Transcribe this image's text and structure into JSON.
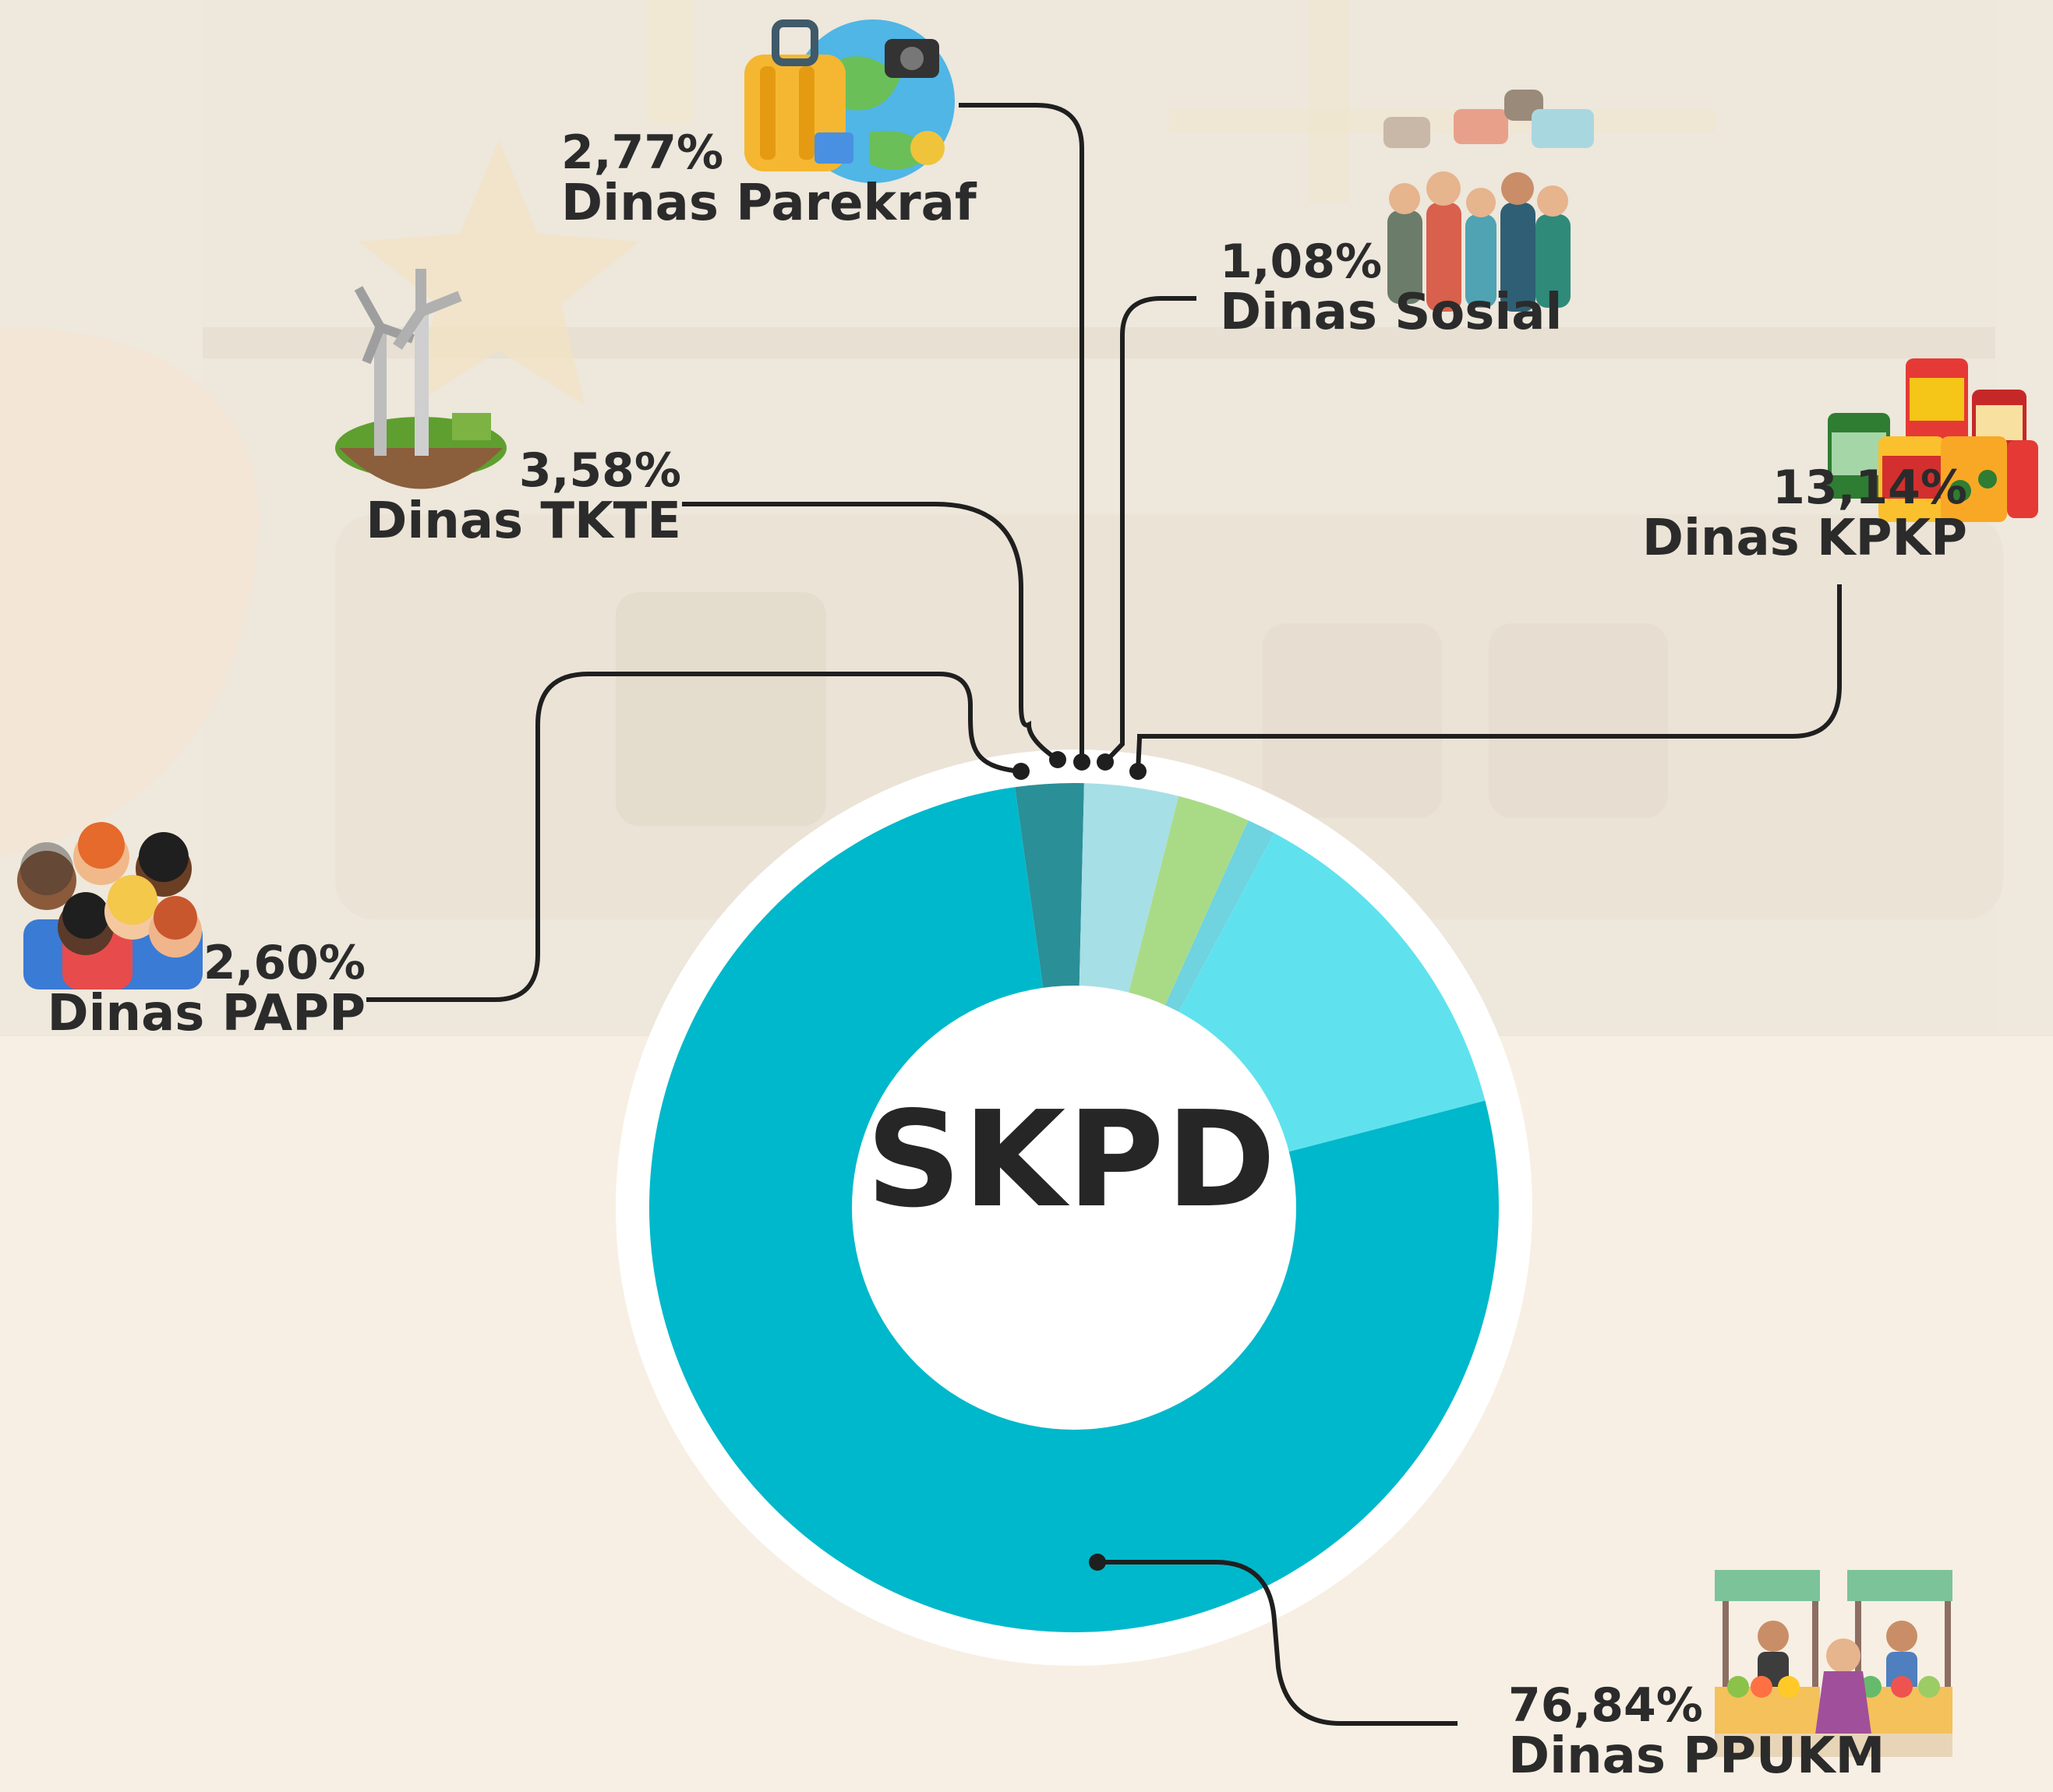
{
  "chart_data": {
    "type": "pie",
    "title": "",
    "center_label": "SKPD",
    "slices": [
      {
        "label": "Dinas PAPP",
        "value_text": "2,60%",
        "value": 2.6,
        "color": "#2a8f97",
        "icon": "children-group-icon"
      },
      {
        "label": "Dinas TKTE",
        "value_text": "3,58%",
        "value": 3.58,
        "color": "#a7dfe7",
        "icon": "wind-turbine-island-icon"
      },
      {
        "label": "Dinas Parekraf",
        "value_text": "2,77%",
        "value": 2.77,
        "color": "#a9db87",
        "icon": "travel-globe-suitcase-icon"
      },
      {
        "label": "Dinas Sosial",
        "value_text": "1,08%",
        "value": 1.08,
        "color": "#6fd3e0",
        "icon": "people-talking-icon"
      },
      {
        "label": "Dinas KPKP",
        "value_text": "13,14%",
        "value": 13.14,
        "color": "#5fe2ee",
        "icon": "canned-food-icon"
      },
      {
        "label": "Dinas PPUKM",
        "value_text": "76,84%",
        "value": 76.84,
        "color": "#00b8cb",
        "icon": "market-stall-icon"
      }
    ]
  },
  "colors": {
    "background": "#f7efe3",
    "ring_border": "#ffffff",
    "main_slice": "#00b8cb",
    "text": "#2b2b2b"
  }
}
